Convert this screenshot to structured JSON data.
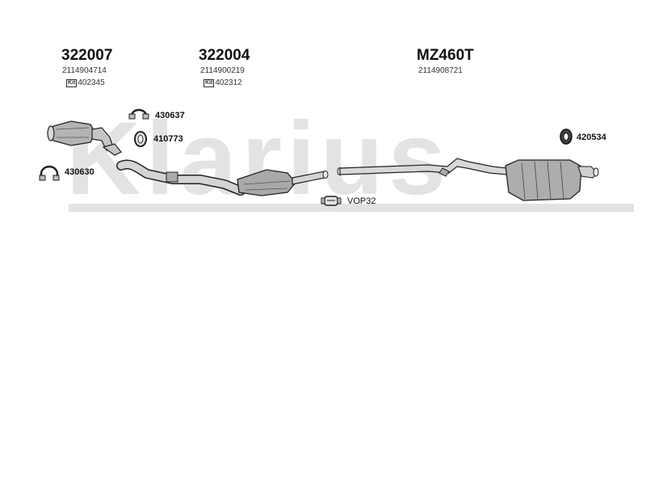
{
  "watermark": "Klarius",
  "groups": [
    {
      "part": "322007",
      "oe": "2114904714",
      "kit_label": "Kit",
      "kit": "402345"
    },
    {
      "part": "322004",
      "oe": "2114900219",
      "kit_label": "Kit",
      "kit": "402312"
    },
    {
      "part": "MZ460T",
      "oe": "2114908721"
    }
  ],
  "fittings": {
    "clamp_1": "430637",
    "gasket": "410773",
    "clamp_2": "430630",
    "rubber_mount": "420534",
    "connector": "VOP32"
  },
  "colors": {
    "line": "#222222",
    "metal": "#9a9a9a",
    "watermark": "#e3e3e3"
  }
}
